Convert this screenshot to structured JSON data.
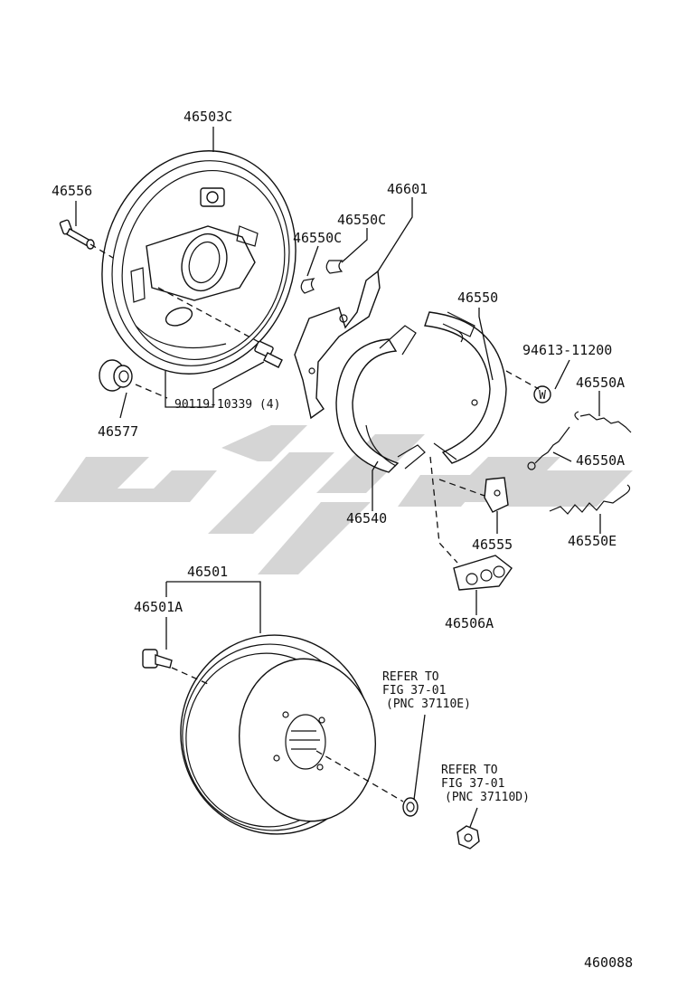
{
  "labels": {
    "p46503C": "46503C",
    "p46556": "46556",
    "p46601": "46601",
    "p46550C_a": "46550C",
    "p46550C_b": "46550C",
    "p46550": "46550",
    "p94613": "94613-11200",
    "p46550A_a": "46550A",
    "p46550A_b": "46550A",
    "p90119": "90119-10339 (4)",
    "p46577": "46577",
    "p46540": "46540",
    "p46555": "46555",
    "p46550E": "46550E",
    "p46501": "46501",
    "p46501A": "46501A",
    "p46506A": "46506A",
    "refer1": [
      "REFER TO",
      "FIG 37-01",
      "(PNC 37110E)"
    ],
    "refer2": [
      "REFER TO",
      "FIG 37-01",
      "(PNC 37110D)"
    ],
    "w_mark": "W",
    "fig_no": "460088"
  },
  "colors": {
    "line": "#111111",
    "watermark": "#d3d3d3"
  }
}
